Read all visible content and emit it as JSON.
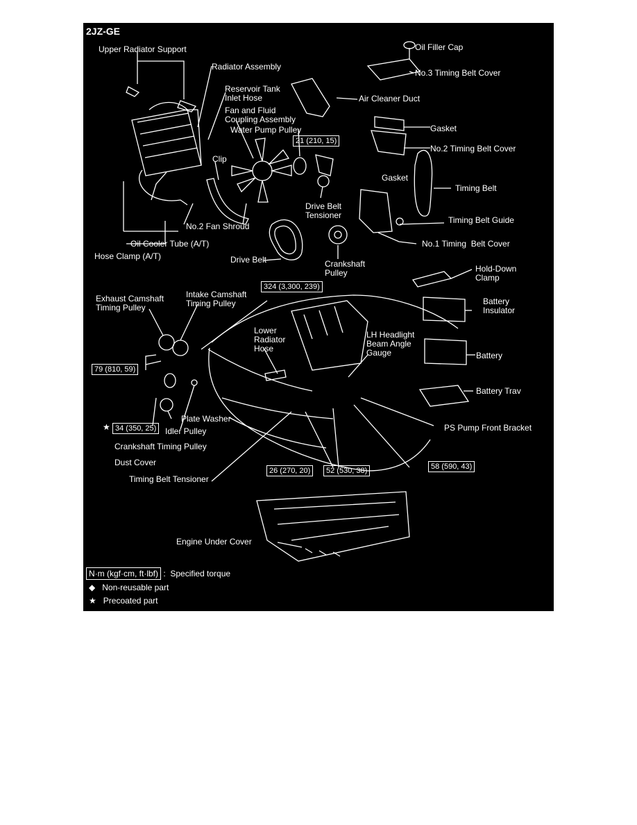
{
  "title": "2JZ-GE",
  "colors": {
    "background": "#000000",
    "foreground": "#ffffff",
    "page": "#ffffff"
  },
  "labels": {
    "upper_radiator_support": "Upper Radiator Support",
    "radiator_assembly": "Radiator Assembly",
    "reservoir_tank_inlet_hose": "Reservoir Tank\nInlet Hose",
    "fan_fluid_coupling": "Fan and Fluid\nCoupling Assembly",
    "water_pump_pulley": "Water Pump Pulley",
    "clip": "Clip",
    "hose_clamp": "Hose Clamp (A/T)",
    "oil_cooler_tube": "Oil Cooler Tube (A/T)",
    "no2_fan_shroud": "No.2 Fan Shroud",
    "drive_belt": "Drive Belt",
    "drive_belt_tensioner": "Drive Belt\nTensioner",
    "crankshaft_pulley": "Crankshaft\nPulley",
    "oil_filler_cap": "Oil Filler Cap",
    "no3_timing_belt_cover": "No.3 Timing Belt Cover",
    "air_cleaner_duct": "Air Cleaner Duct",
    "gasket_upper": "Gasket",
    "no2_timing_belt_cover": "No.2 Timing Belt Cover",
    "gasket_lower": "Gasket",
    "timing_belt": "Timing Belt",
    "timing_belt_guide": "Timing Belt Guide",
    "no1_timing_belt_cover": "No.1 Timing  Belt Cover",
    "hold_down_clamp": "Hold-Down\nClamp",
    "battery_insulator": "Battery\nInsulator",
    "battery": "Battery",
    "battery_tray": "Battery Trav",
    "exhaust_camshaft_pulley": "Exhaust Camshaft\nTiming Pulley",
    "intake_camshaft_pulley": "Intake Camshaft\nTiming Pulley",
    "lower_radiator_hose": "Lower\nRadiator\nHose",
    "lh_headlight_gauge": "LH Headlight\nBeam Angle\nGauge",
    "plate_washer": "Plate Washer",
    "idler_pulley": "Idler Pulley",
    "crankshaft_timing_pulley": "Crankshaft Timing Pulley",
    "dust_cover": "Dust Cover",
    "timing_belt_tensioner": "Timing Belt Tensioner",
    "ps_pump_front_bracket": "PS Pump Front Bracket",
    "engine_under_cover": "Engine Under Cover"
  },
  "torques": {
    "t21": "21 (210, 15)",
    "t324": "324 (3,300, 239)",
    "t79": "79 (810, 59)",
    "t34": "34 (350, 25)",
    "t26": "26 (270, 20)",
    "t52": "52 (530, 38)",
    "t58": "58 (590, 43)"
  },
  "precoat_mark": "★",
  "legend": {
    "unit_box": "N·m (kgf·cm, ft·lbf)",
    "unit_text": ":  Specified torque",
    "nonreusable_symbol": "◆",
    "nonreusable_text": "Non-reusable part",
    "precoated_symbol": "★",
    "precoated_text": "Precoated part"
  }
}
